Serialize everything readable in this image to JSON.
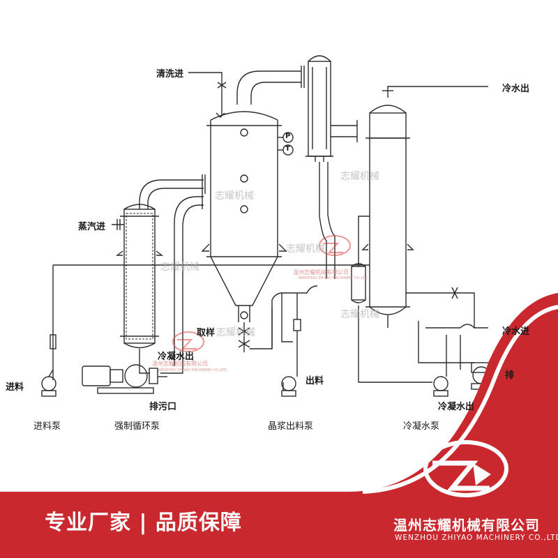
{
  "labels": {
    "wash_in": "清洗进",
    "steam_in": "蒸汽进",
    "sample": "取样",
    "cond_out": "冷凝水出",
    "discharge": "出料",
    "drain": "排污口",
    "cold_water_out": "冷水出",
    "cold_water_in": "冷水进",
    "feed": "进料",
    "pressure_gauge": "P",
    "temp_gauge": "T",
    "cond_out_right": "冷凝水出",
    "right_edge": "排"
  },
  "captions": {
    "feed_pump": "进料泵",
    "circ_pump": "强制循环泵",
    "crystal_pump": "晶浆出料泵",
    "cond_pump": "冷凝水泵"
  },
  "watermark": {
    "brand": "志耀机械",
    "company_small": "温州志耀机械有限公司",
    "company_small_en": "WENZHOU ZHIYAO MACHINERY CO.,LTD"
  },
  "footer": {
    "slogan": "专业厂家 | 品质保障",
    "company_cn": "温州志耀机械有限公司",
    "company_en": "WENZHOU ZHIYAO MACHINERY CO.,LTD"
  },
  "colors": {
    "brand_red": "#c8282e",
    "line": "#2a2a2a"
  },
  "icons": [
    "zhiyao-logo-icon"
  ]
}
